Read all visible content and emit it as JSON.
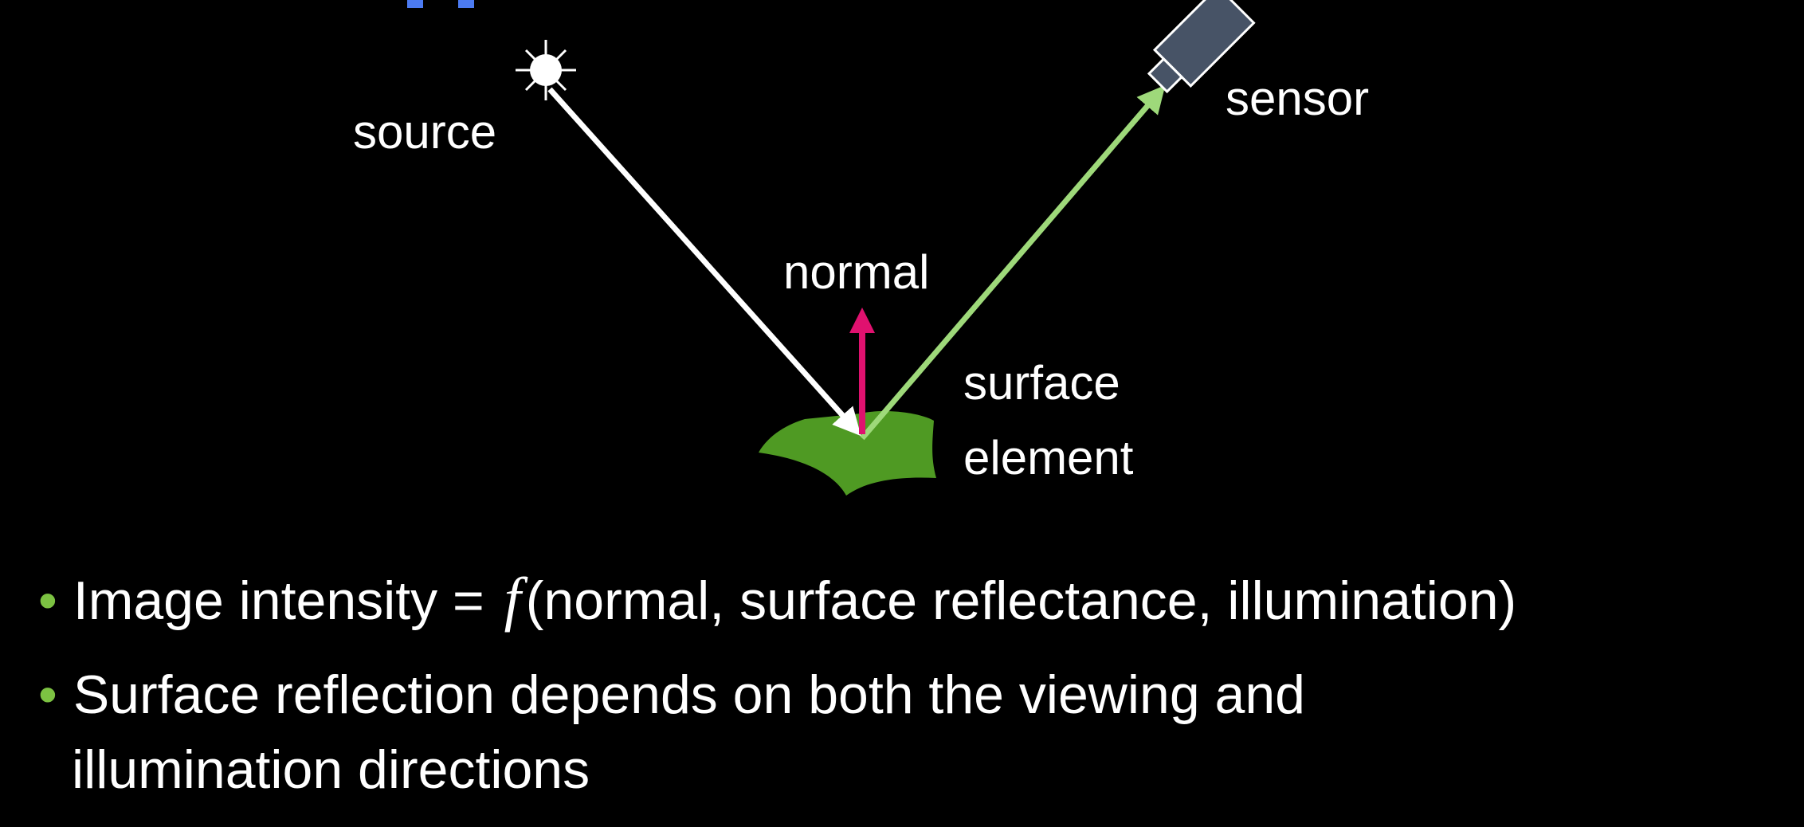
{
  "diagram": {
    "labels": {
      "source": "source",
      "sensor": "sensor",
      "normal": "normal",
      "surface": "surface",
      "element": "element"
    },
    "icons": [
      "light-source-icon",
      "camera-sensor-icon",
      "surface-patch-icon"
    ],
    "colors": {
      "background": "#000000",
      "incident_ray": "#ffffff",
      "reflected_ray": "#9ed97a",
      "normal_arrow": "#e0116f",
      "surface": "#4f9a23",
      "sensor_body": "#475366",
      "bullet_marker": "#7cc242",
      "title_fragment": "#4c7bf2"
    }
  },
  "bullets": {
    "items": [
      {
        "pre": "Image intensity = ",
        "symbol": "f",
        "post": "(normal, surface reflectance, illumination)"
      },
      {
        "line1": "Surface reflection depends on both the viewing and",
        "line2": "illumination directions"
      }
    ]
  }
}
